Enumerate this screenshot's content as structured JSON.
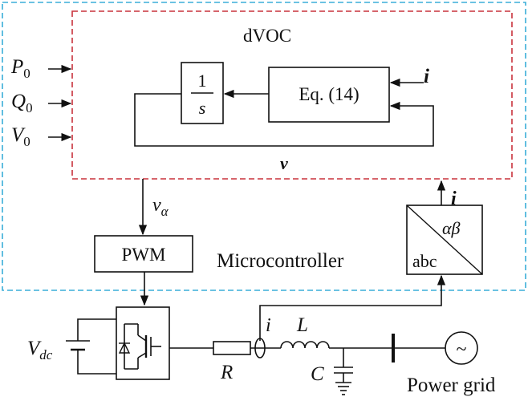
{
  "microcontroller": {
    "label": "Microcontroller",
    "border_color": "#3aaed8"
  },
  "dvoc": {
    "title": "dVOC",
    "border_color": "#c8323c",
    "integrator": {
      "numerator": "1",
      "denominator": "s"
    },
    "equation_label": "Eq. (14)",
    "input_current": "i",
    "feedback_voltage": "v"
  },
  "setpoints": [
    {
      "base": "P",
      "sub": "0"
    },
    {
      "base": "Q",
      "sub": "0"
    },
    {
      "base": "V",
      "sub": "0"
    }
  ],
  "pwm": {
    "label": "PWM",
    "input_signal": {
      "base": "v",
      "sub": "α"
    }
  },
  "transform": {
    "label_top": "αβ",
    "label_bottom": "abc",
    "output_signal": "i"
  },
  "power_stage": {
    "dc_source": {
      "base": "V",
      "sub": "dc"
    },
    "resistor": "R",
    "inductor": "L",
    "capacitor": "C",
    "current_sensor": "i",
    "grid": "Power grid",
    "grid_symbol": "~"
  }
}
